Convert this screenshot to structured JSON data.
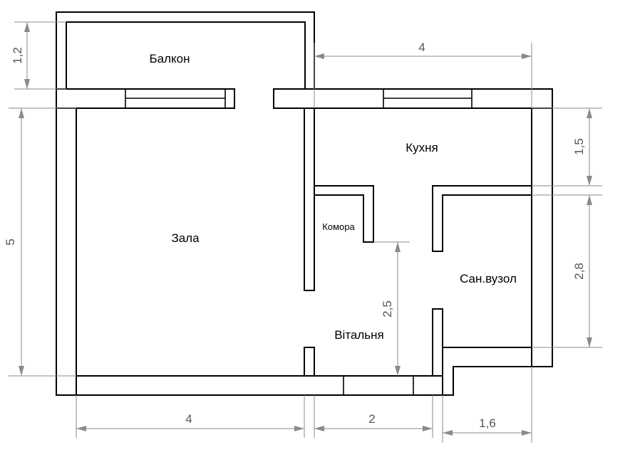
{
  "rooms": {
    "balcony": "Балкон",
    "hall": "Зала",
    "kitchen": "Кухня",
    "pantry": "Комора",
    "bathroom": "Сан.вузол",
    "living": "Вітальня"
  },
  "dimensions": {
    "balcony_depth": "1,2",
    "kitchen_width": "4",
    "hall_height": "5",
    "kitchen_depth": "1,5",
    "bathroom_depth": "2,8",
    "living_depth": "2,5",
    "hall_width": "4",
    "living_width": "2",
    "bathroom_width": "1,6"
  },
  "colors": {
    "walls": "#000000",
    "dimension_lines": "#8a8a8a",
    "dimension_text": "#555555"
  }
}
